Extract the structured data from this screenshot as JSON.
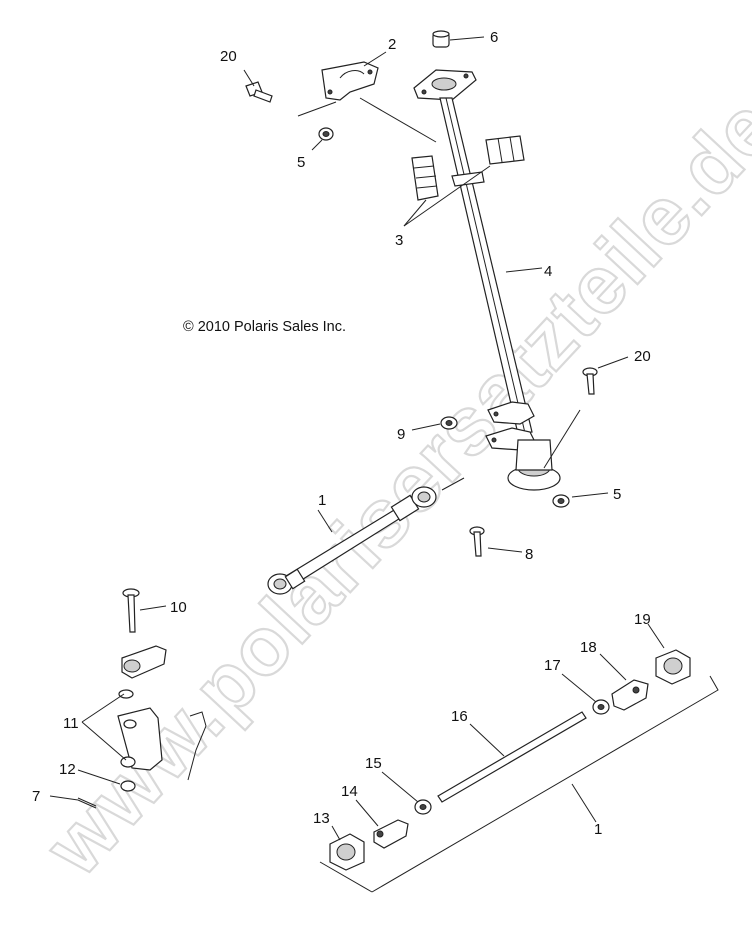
{
  "copyright": "© 2010 Polaris Sales Inc.",
  "watermark": "www.polarisersatzteile.de",
  "callouts": [
    {
      "id": "c20a",
      "text": "20"
    },
    {
      "id": "c2",
      "text": "2"
    },
    {
      "id": "c6",
      "text": "6"
    },
    {
      "id": "c5a",
      "text": "5"
    },
    {
      "id": "c3",
      "text": "3"
    },
    {
      "id": "c4",
      "text": "4"
    },
    {
      "id": "c20b",
      "text": "20"
    },
    {
      "id": "c9",
      "text": "9"
    },
    {
      "id": "c5b",
      "text": "5"
    },
    {
      "id": "c1a",
      "text": "1"
    },
    {
      "id": "c8",
      "text": "8"
    },
    {
      "id": "c10",
      "text": "10"
    },
    {
      "id": "c19",
      "text": "19"
    },
    {
      "id": "c18",
      "text": "18"
    },
    {
      "id": "c17",
      "text": "17"
    },
    {
      "id": "c16",
      "text": "16"
    },
    {
      "id": "c11",
      "text": "11"
    },
    {
      "id": "c15",
      "text": "15"
    },
    {
      "id": "c12",
      "text": "12"
    },
    {
      "id": "c14",
      "text": "14"
    },
    {
      "id": "c7",
      "text": "7"
    },
    {
      "id": "c13",
      "text": "13"
    },
    {
      "id": "c1b",
      "text": "1"
    }
  ]
}
